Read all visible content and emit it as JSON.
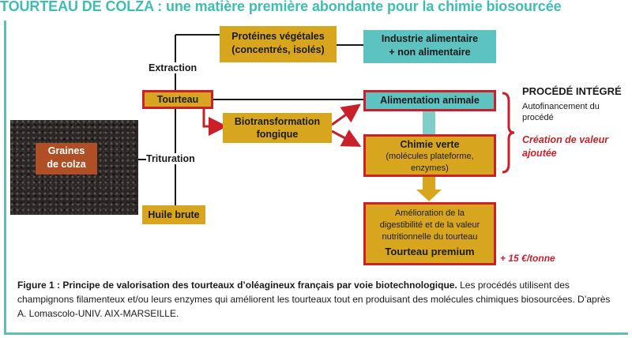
{
  "title": "TOURTEAU DE COLZA : une matière première abondante pour la chimie biosourcée",
  "nodes": {
    "graines": [
      "Graines",
      "de colza"
    ],
    "proteines": [
      "Protéines végétales",
      "(concentrés, isolés)"
    ],
    "industrie": [
      "Industrie alimentaire",
      "+ non alimentaire"
    ],
    "tourteau": "Tourteau",
    "biotrans": [
      "Biotransformation",
      "fongique"
    ],
    "alimentation": "Alimentation animale",
    "chimie_title": "Chimie verte",
    "chimie_sub": [
      "(molécules plateforme,",
      "enzymes)"
    ],
    "huile": "Huile brute",
    "amelioration": [
      "Amélioration de la",
      "digestibilité et de la valeur",
      "nutritionnelle du tourteau"
    ],
    "premium": "Tourteau premium"
  },
  "labels": {
    "extraction": "Extraction",
    "trituration": "Trituration"
  },
  "side": {
    "procede": "PROCÉDÉ INTÉGRÉ",
    "autofinancement": [
      "Autofinancement du",
      "procédé"
    ],
    "creation": [
      "Création de valeur",
      "ajoutée"
    ],
    "price": "+ 15 €/tonne"
  },
  "caption": {
    "bold": "Figure 1  : Principe de valorisation des tourteaux d’oléagineux français par voie biotechnologique.",
    "text": " Les procédés utilisent des champignons filamenteux et/ou leurs enzymes qui améliorent les tourteaux tout en produisant des molé­cules chimiques biosourcées. D’après A. Lomascolo-UNIV. AIX-MARSEILLE."
  },
  "colors": {
    "teal": "#5cc3c0",
    "gold": "#d8a61e",
    "red": "#c9202a",
    "seed_label": "#b04f26"
  }
}
